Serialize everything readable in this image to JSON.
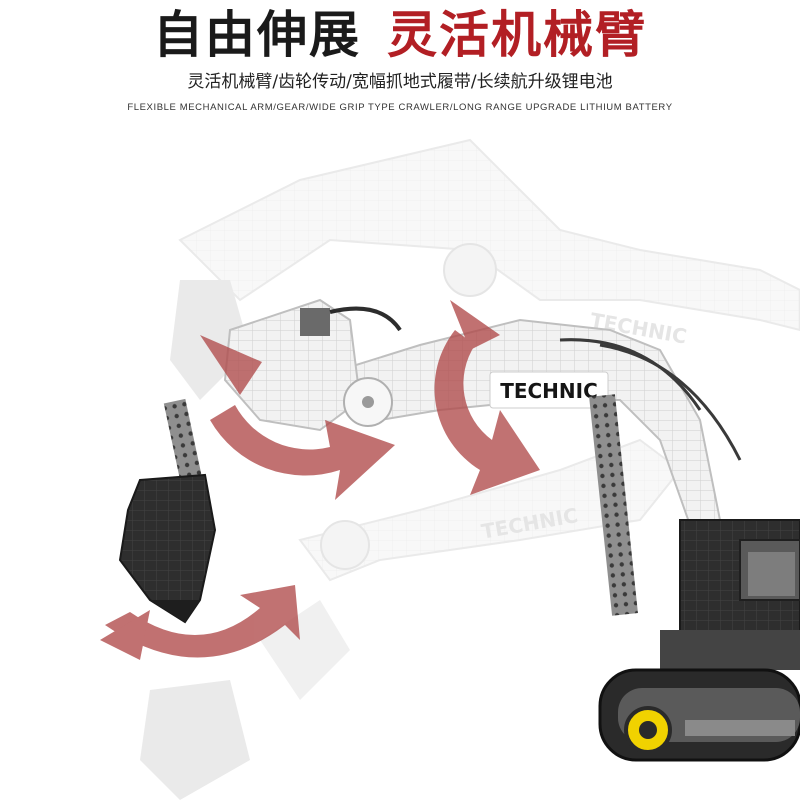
{
  "header": {
    "title_part1": "自由伸展",
    "title_part2": "灵活机械臂",
    "subtitle": "灵活机械臂/齿轮传动/宽幅抓地式履带/长续航升级锂电池",
    "subtitle_en": "FLEXIBLE MECHANICAL ARM/GEAR/WIDE GRIP TYPE CRAWLER/LONG RANGE UPGRADE LITHIUM BATTERY"
  },
  "product": {
    "arm_label": "TECHNIC",
    "ghost_label_upper": "TECHNIC",
    "ghost_label_lower": "TECHNIC"
  },
  "colors": {
    "title_dark": "#1a1a1a",
    "title_accent": "#b21f24",
    "arrow": "#b04a4a",
    "model_white": "#f1f1f1",
    "model_dark": "#2a2a2a",
    "ghost": "#d6d6d6"
  },
  "icons": [
    "rotate-arrow-icon",
    "rotate-arrow-icon",
    "rotate-arrow-icon"
  ]
}
